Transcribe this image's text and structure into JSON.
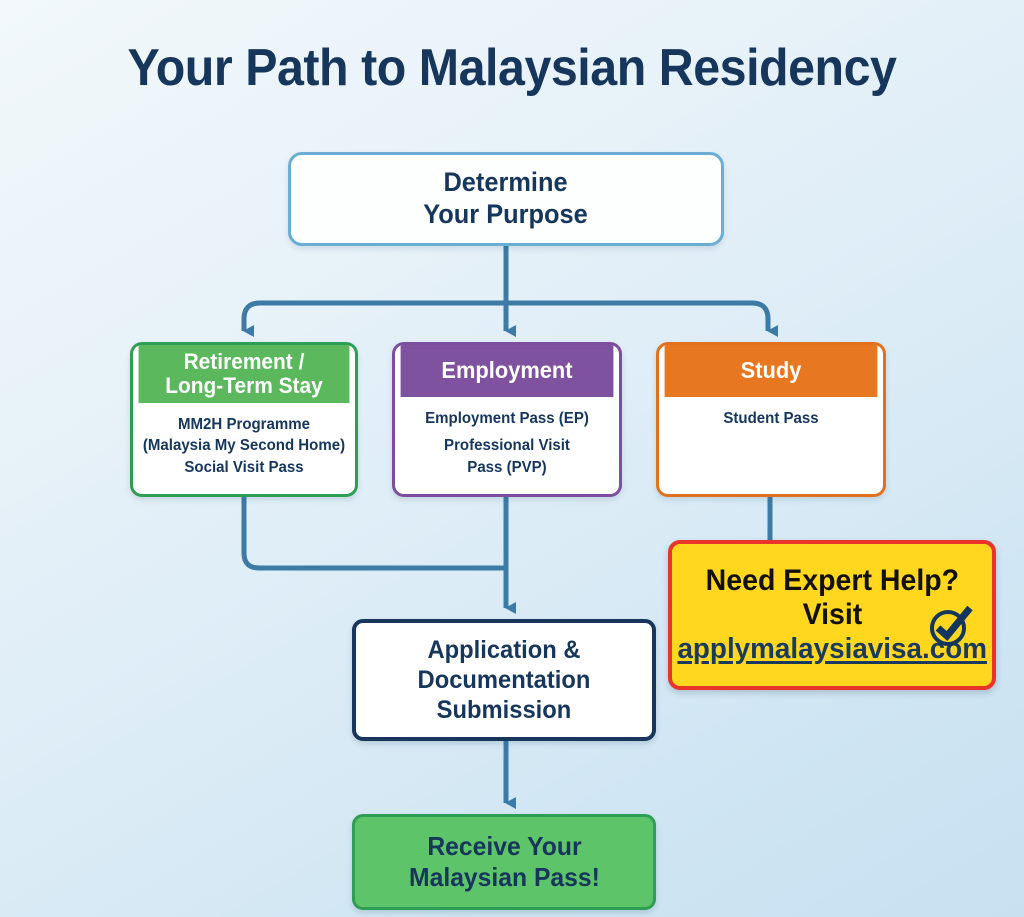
{
  "page": {
    "title": "Your Path to Malaysian Residency",
    "background_top_color": "#f2f8fb",
    "background_bottom_color": "#c7e1f1"
  },
  "flow": {
    "start": {
      "label_line1": "Determine",
      "label_line2": "Your Purpose",
      "border_color": "#6aaed6",
      "text_color": "#16365c"
    },
    "branches": [
      {
        "id": "retirement",
        "heading_line1": "Retirement /",
        "heading_line2": "Long-Term Stay",
        "header_color": "#5cb85c",
        "border_color": "#2f9e55",
        "items": [
          "MM2H Programme",
          "(Malaysia My Second Home)",
          "Social Visit Pass"
        ]
      },
      {
        "id": "employment",
        "heading_line1": "Employment",
        "heading_line2": "",
        "header_color": "#7f52a0",
        "border_color": "#7d4e9e",
        "items": [
          "Employment Pass (EP)",
          "Professional Visit",
          "Pass (PVP)"
        ]
      },
      {
        "id": "study",
        "heading_line1": "Study",
        "heading_line2": "",
        "header_color": "#e87722",
        "border_color": "#e2711d",
        "items": [
          "Student Pass"
        ]
      }
    ],
    "application": {
      "label_line1": "Application &",
      "label_line2": "Documentation",
      "label_line3": "Submission",
      "border_color": "#18365c"
    },
    "result": {
      "label_line1": "Receive Your",
      "label_line2": "Malaysian Pass!",
      "fill_color": "#5ec46a",
      "border_color": "#2f9e55"
    }
  },
  "cta": {
    "line1": "Need Expert Help?",
    "line2": "Visit",
    "url": "applymalaysiavisa.com",
    "fill_color": "#ffd71e",
    "border_color": "#e8342a",
    "icon": "check-circle-icon"
  },
  "connectors": {
    "color": "#3c7ba6"
  }
}
